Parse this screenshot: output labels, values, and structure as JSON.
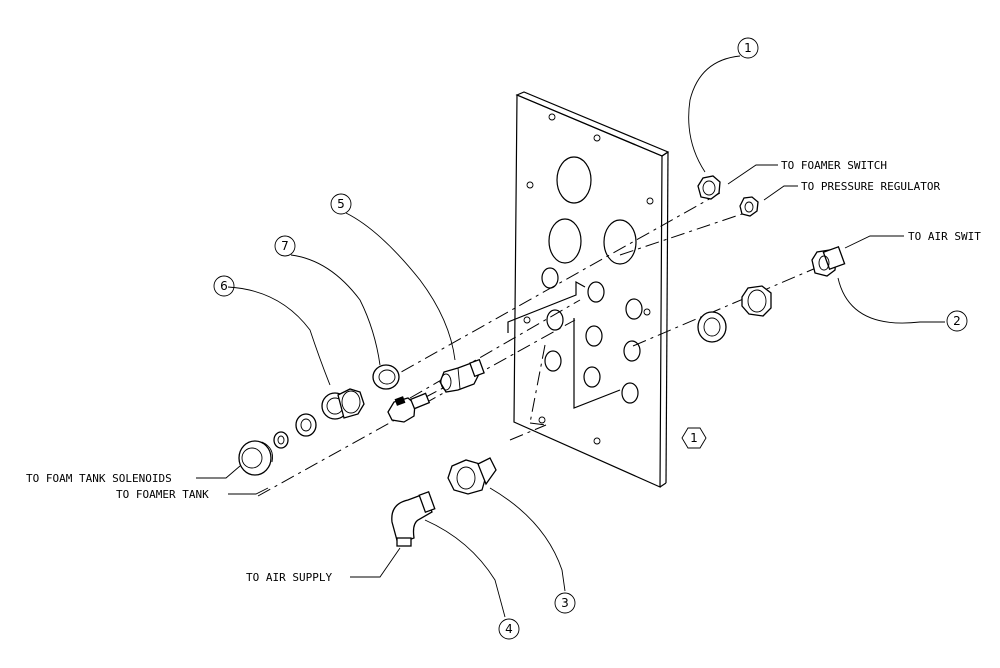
{
  "callouts": {
    "c1": "1",
    "c2": "2",
    "c3": "3",
    "c4": "4",
    "c5": "5",
    "c6": "6",
    "c7": "7",
    "plate": "1"
  },
  "labels": {
    "foamer_switch": "TO FOAMER SWITCH",
    "pressure_regulator": "TO PRESSURE REGULATOR",
    "air_switch": "TO AIR SWIT",
    "foam_tank_solenoids": "TO FOAM TANK SOLENOIDS",
    "foamer_tank": "TO FOAMER TANK",
    "air_supply": "TO AIR SUPPLY"
  }
}
